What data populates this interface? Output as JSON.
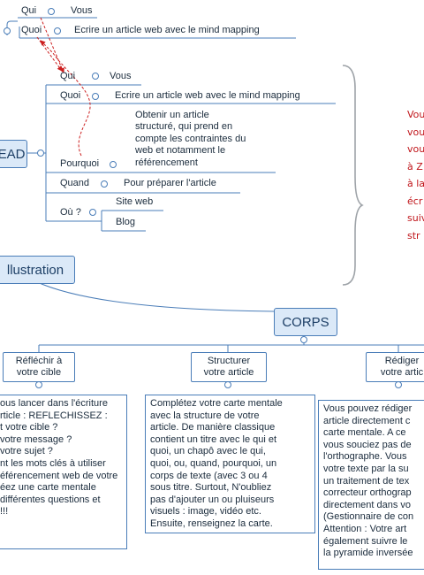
{
  "top": {
    "qui": "Qui",
    "vous": "Vous",
    "quoi": "Quoi",
    "quoi_text": "Ecrire un article web avec le mind mapping"
  },
  "head": {
    "title": "EAD",
    "qui": "Qui",
    "vous": "Vous",
    "quoi": "Quoi",
    "quoi_text": "Ecrire un article web avec le mind mapping",
    "pourquoi": "Pourquoi",
    "pourquoi_text": "Obtenir un article\nstructuré, qui prend en\ncompte les contraintes du\nweb et notamment le\nréférencement",
    "quand": "Quand",
    "quand_text": "Pour préparer l'article",
    "ou": "Où ?",
    "site_web": "Site web",
    "blog": "Blog"
  },
  "illustration": {
    "title": "llustration"
  },
  "corps": {
    "title": "CORPS",
    "children": [
      {
        "label": "Réfléchir à\nvotre cible",
        "text": "ous lancer dans l'écriture\nrticle : REFLECHISSEZ :\nt votre cible ?\nvotre message ?\nvotre sujet ?\nnt les mots clés à utiliser\néférencement web de votre\néez une carte mentale\ndifférentes questions et\n !!!"
      },
      {
        "label": "Structurer\nvotre article",
        "text": "Complétez votre carte mentale\navec la structure de votre\narticle. De manière classique\ncontient un titre avec le qui et\nquoi, un chapô avec le qui,\nquoi, ou, quand, pourquoi, un\ncorps de texte (avec 3 ou 4\nsous titre. Surtout,  N'oubliez\npas d'ajouter un ou pluiseurs\nvisuels : image, vidéo etc.\nEnsuite, renseignez la carte."
      },
      {
        "label": "Rédiger\nvotre artic",
        "text": "Vous pouvez rédiger\narticle directement c\ncarte mentale. A ce\nvous souciez pas de\nl'orthographe. Vous\nvotre texte par la su\nun traitement de tex\ncorrecteur orthograp\ndirectement dans vo\n(Gestionnaire de con\nAttention : Votre art\négalement suivre le\nla pyramide inversée"
      }
    ]
  },
  "annotation": {
    "text": "Vou\nvou\nvou\nà Z\nà la\nécr\nsuiv\nstr",
    "color": "#c0151a"
  },
  "colors": {
    "line": "#4a7db8",
    "node_fill": "#dbe9f8",
    "arrow": "#cc1f1f"
  }
}
